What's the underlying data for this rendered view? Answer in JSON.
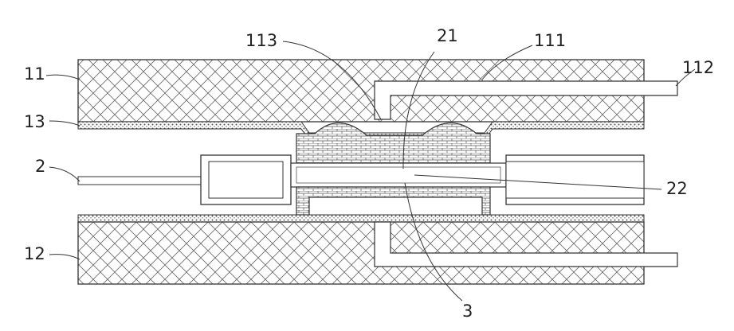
{
  "figure": {
    "labels": {
      "l11": "11",
      "l12": "12",
      "l13": "13",
      "l2": "2",
      "l113": "113",
      "l21": "21",
      "l111": "111",
      "l112": "112",
      "l22": "22",
      "l3": "3"
    },
    "colors": {
      "line": "#333333",
      "hatch": "#555555",
      "background": "#ffffff"
    }
  }
}
